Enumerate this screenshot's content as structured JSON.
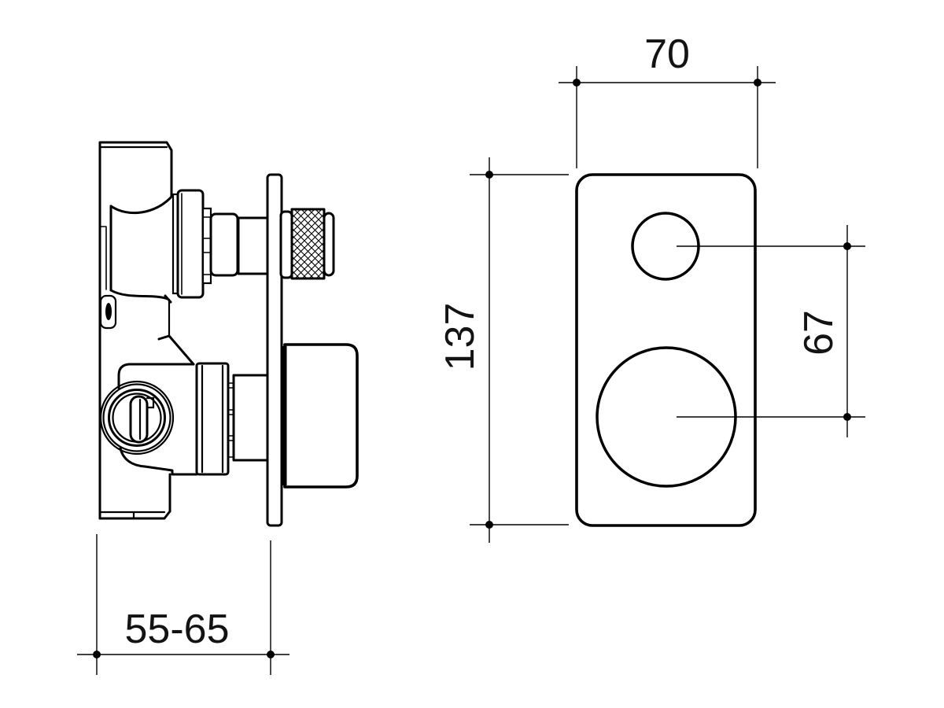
{
  "colors": {
    "background": "#ffffff",
    "ink": "#000000"
  },
  "dimensions": {
    "plate_width": "70",
    "plate_height": "137",
    "handle_centres": "67",
    "installation_depth": "55-65"
  }
}
